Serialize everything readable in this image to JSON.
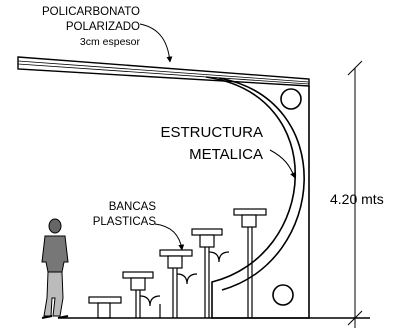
{
  "labels": {
    "roof_material_line1": "POLICARBONATO",
    "roof_material_line2": "POLARIZADO",
    "roof_thickness": "3cm espesor",
    "structure_line1": "ESTRUCTURA",
    "structure_line2": "METALICA",
    "benches_line1": "BANCAS",
    "benches_line2": "PLASTICAS",
    "height_dimension": "4.20 mts"
  }
}
